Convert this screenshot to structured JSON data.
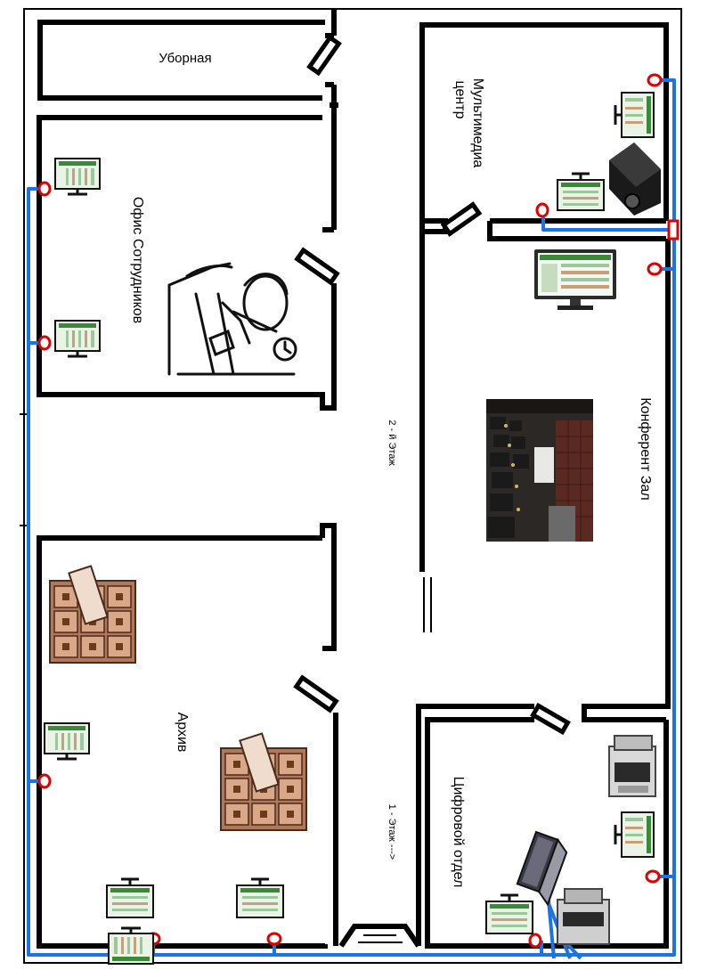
{
  "rooms": {
    "toilet": "Уборная",
    "staff_office": "Офис Сотрудников",
    "multimedia_line1": "Мультимедиа",
    "multimedia_line2": "центр",
    "conference": "Конферент Зал",
    "archive": "Архив",
    "digital_dept": "Цифровой отдел"
  },
  "corridor": {
    "floor2": "2 - й Этаж",
    "floor1": "1 - Этаж --->"
  },
  "colors": {
    "wall": "#000000",
    "cable": "#1a73e8",
    "socket": "#e00000",
    "monitor_screen": "#e9f4e6",
    "cabinet": "#b0785a"
  },
  "icons": {
    "workstation": "monitor-icon",
    "network_socket": "socket-icon",
    "projector": "projector-icon",
    "printer": "printer-icon",
    "laptop": "laptop-icon",
    "file_cabinet": "file-cabinet-icon",
    "office_worker": "office-worker-icon",
    "cinema_hall_photo": "cinema-hall-photo"
  }
}
